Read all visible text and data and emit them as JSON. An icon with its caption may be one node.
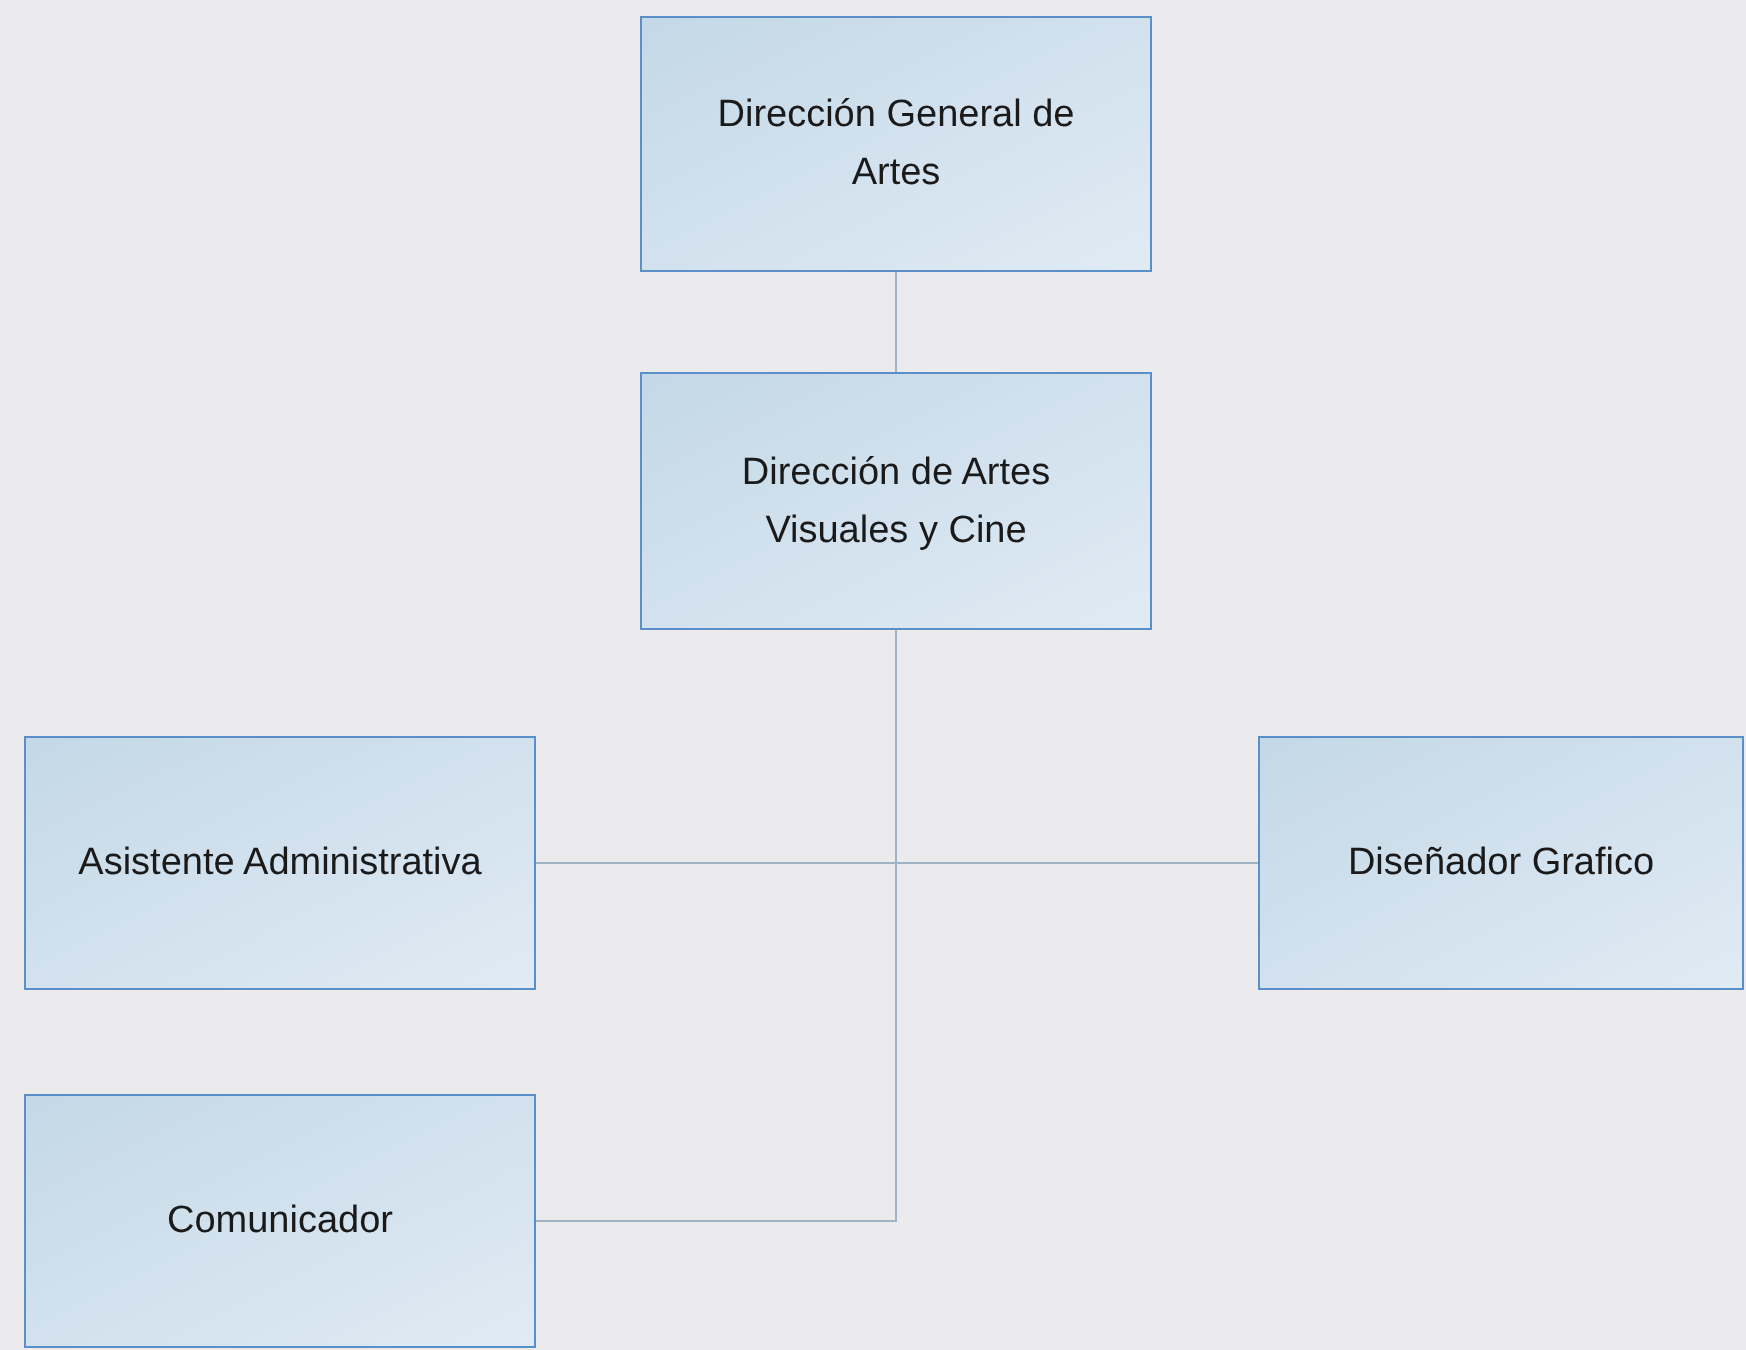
{
  "diagram": {
    "nodes": [
      {
        "text": [
          "Dirección General de Artes"
        ]
      },
      {
        "text": [
          "Dirección de Artes Visuales y Cine"
        ]
      },
      {
        "text": [
          "Asistente Administrativa"
        ]
      },
      {
        "text": [
          "Diseñador Grafico"
        ]
      },
      {
        "text": [
          "Comunicador"
        ]
      }
    ],
    "edges": [
      {
        "from": 0,
        "to": 1,
        "arrow": "none"
      },
      {
        "from": 1,
        "to": 2,
        "arrow": "none"
      },
      {
        "from": 1,
        "to": 3,
        "arrow": "none"
      },
      {
        "from": 1,
        "to": 4,
        "arrow": "none"
      }
    ]
  }
}
